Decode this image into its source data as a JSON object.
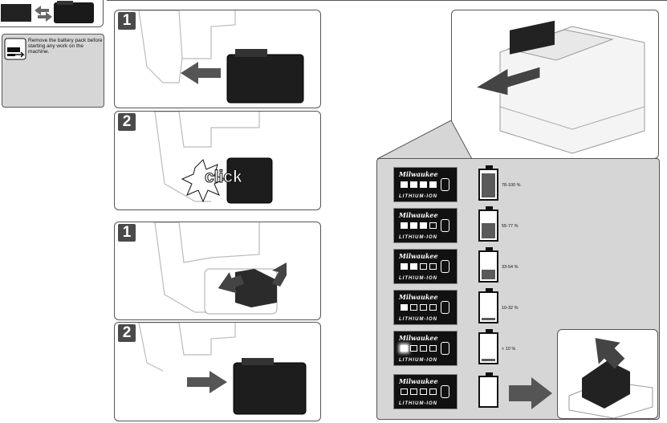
{
  "note": {
    "text": "Remove the battery pack before starting any work on the machine."
  },
  "steps": [
    {
      "number": "1"
    },
    {
      "number": "2",
      "click_label": "click"
    },
    {
      "number": "1"
    },
    {
      "number": "2"
    }
  ],
  "badge": {
    "brand": "Milwaukee",
    "sub": "LITHIUM-ION"
  },
  "charge_levels": [
    {
      "range": "78-100 %",
      "level": 0.95,
      "leds_on": 4
    },
    {
      "range": "55-77 %",
      "level": 0.65,
      "leds_on": 3
    },
    {
      "range": "33-54 %",
      "level": 0.45,
      "leds_on": 2
    },
    {
      "range": "10-32 %",
      "level": 0.2,
      "leds_on": 1
    },
    {
      "range": "< 10 %",
      "level": 0.05,
      "leds_on": 1
    },
    {
      "range": "",
      "level": 0,
      "leds_on": 0
    }
  ],
  "colors": {
    "panel_grey": "#d6d6d6",
    "dark": "#111111",
    "arrow": "#555555"
  }
}
